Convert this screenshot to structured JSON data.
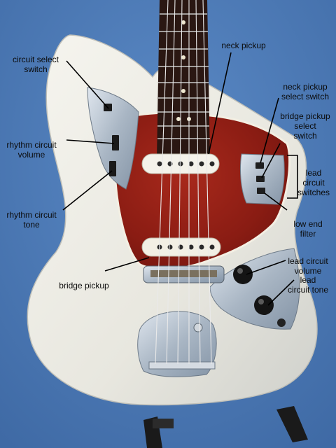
{
  "labels": {
    "circuit_select_switch": [
      "circuit select",
      "switch"
    ],
    "rhythm_circuit_volume": [
      "rhythm circuit",
      "volume"
    ],
    "rhythm_circuit_tone": [
      "rhythm circuit",
      "tone"
    ],
    "neck_pickup": [
      "neck pickup"
    ],
    "neck_pickup_select_switch": [
      "neck pickup",
      "select switch"
    ],
    "bridge_pickup_select_switch": [
      "bridge pickup",
      "select",
      "switch"
    ],
    "lead_circuit_switches": [
      "lead",
      "circuit",
      "switches"
    ],
    "low_end_filter": [
      "low end",
      "filter"
    ],
    "bridge_pickup": [
      "bridge pickup"
    ],
    "lead_circuit_volume": [
      "lead circuit",
      "volume"
    ],
    "lead_circuit_tone": [
      "lead",
      "circuit tone"
    ]
  },
  "colors": {
    "background": "#4a7ab8",
    "body": "#ecebe3",
    "pickguard": "#8e1f16",
    "chrome": "#b9c4cf",
    "fretboard": "#2a1712",
    "annotation": "#000000"
  }
}
